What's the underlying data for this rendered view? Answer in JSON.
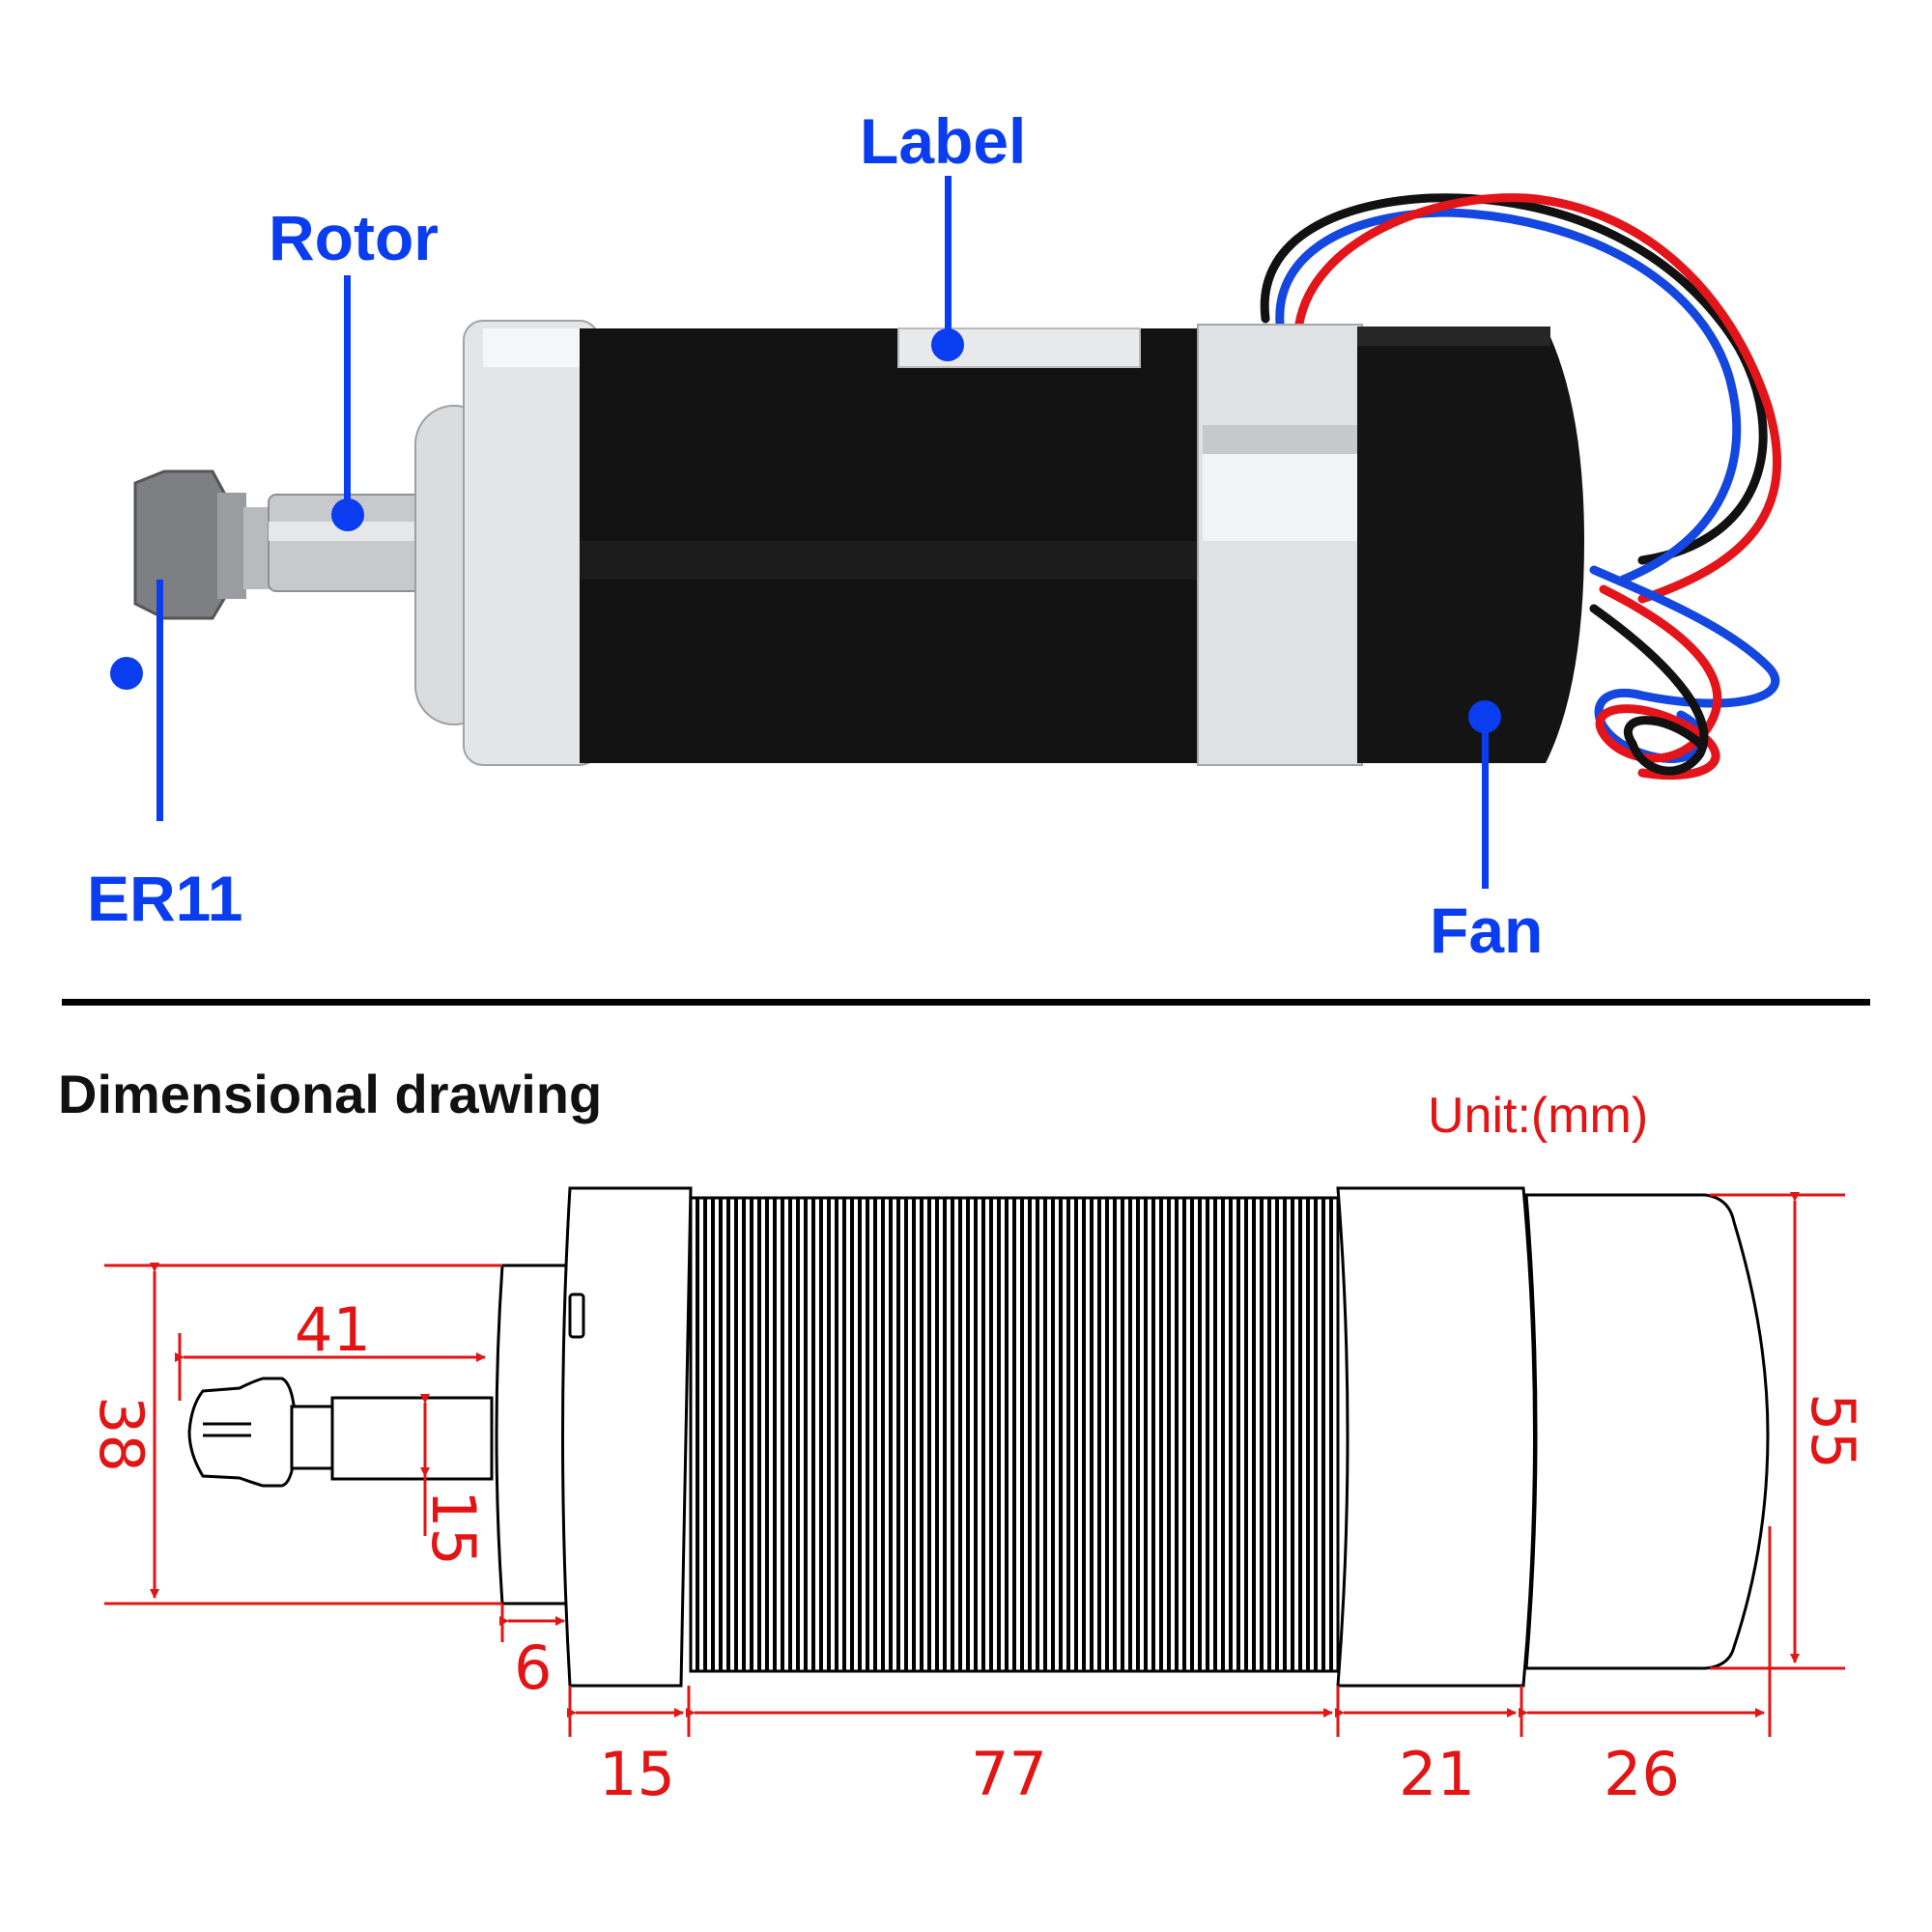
{
  "photo_section": {
    "callouts": [
      {
        "id": "label",
        "text": "Label"
      },
      {
        "id": "rotor",
        "text": "Rotor"
      },
      {
        "id": "er11",
        "text": "ER11"
      },
      {
        "id": "fan",
        "text": "Fan"
      }
    ],
    "colors": {
      "callout": "#0a3cf0",
      "body": "#111111",
      "aluminum": "#d9dcdf",
      "wire_red": "#e3141a",
      "wire_blue": "#1446e0",
      "wire_black": "#111111"
    }
  },
  "drawing_section": {
    "title": "Dimensional drawing",
    "unit": "Unit:(mm)",
    "dimensions": {
      "collet_to_flange_length": "41",
      "flange_diameter": "38",
      "shaft_diameter": "15",
      "flange_step": "6",
      "front_cap_length": "15",
      "body_length": "77",
      "rear_ring_length": "21",
      "fan_length": "26",
      "body_diameter": "55"
    },
    "colors": {
      "dimension": "#e21414",
      "outline": "#000000"
    }
  }
}
